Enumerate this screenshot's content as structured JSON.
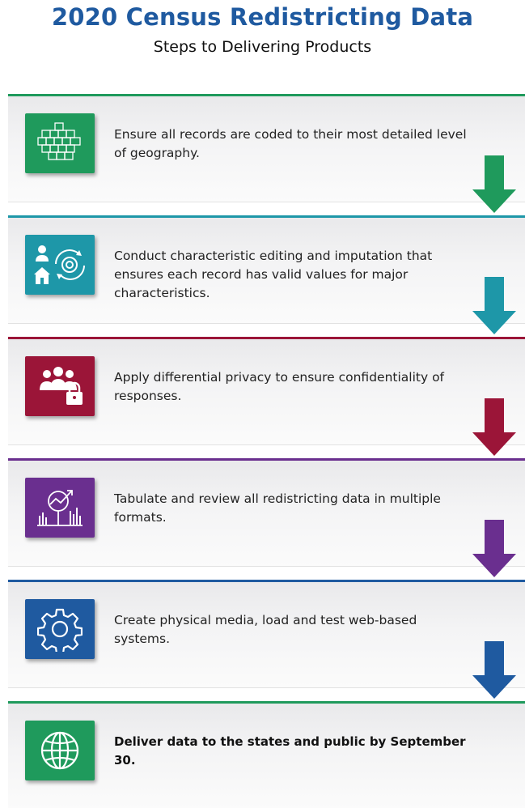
{
  "header": {
    "title": "2020 Census Redistricting Data",
    "subtitle": "Steps to Delivering Products"
  },
  "steps": [
    {
      "text": "Ensure all records are coded to their most detailed level of geography.",
      "color": "#1f9a5c",
      "icon": "geography-grid-icon",
      "bold": false
    },
    {
      "text": "Conduct characteristic editing and imputation that ensures each record has valid values for major characteristics.",
      "color": "#1e97a8",
      "icon": "person-home-gear-icon",
      "bold": false
    },
    {
      "text": "Apply differential privacy to ensure confidentiality of responses.",
      "color": "#9b1538",
      "icon": "group-lock-icon",
      "bold": false
    },
    {
      "text": "Tabulate and review all redistricting data in multiple formats.",
      "color": "#6a2f8f",
      "icon": "magnifier-chart-icon",
      "bold": false
    },
    {
      "text": "Create physical media, load and test web-based systems.",
      "color": "#1f5aa0",
      "icon": "gear-icon",
      "bold": false
    },
    {
      "text": "Deliver data to the states and public by September 30.",
      "color": "#1f9a5c",
      "icon": "globe-icon",
      "bold": true
    }
  ]
}
